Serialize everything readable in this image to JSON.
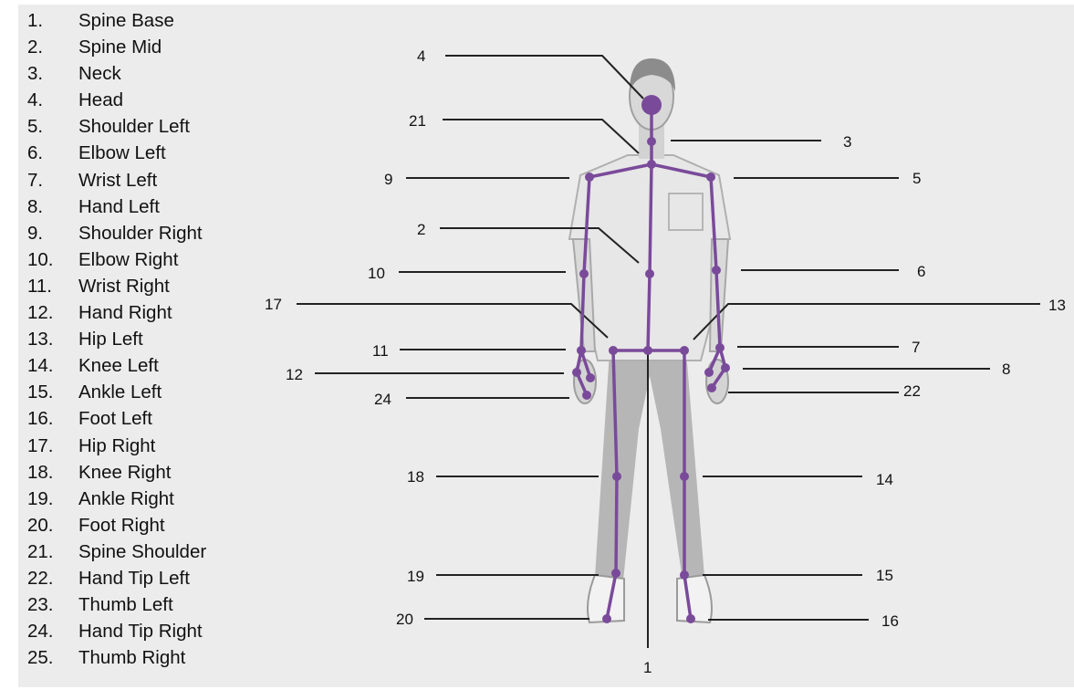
{
  "colors": {
    "background": "#ececec",
    "skeleton": "#7a4a9a",
    "figure": "#bdbdbd",
    "leader": "#222222"
  },
  "legend": [
    {
      "num": "1.",
      "label": "Spine Base"
    },
    {
      "num": "2.",
      "label": "Spine Mid"
    },
    {
      "num": "3.",
      "label": "Neck"
    },
    {
      "num": "4.",
      "label": "Head"
    },
    {
      "num": "5.",
      "label": "Shoulder Left"
    },
    {
      "num": "6.",
      "label": "Elbow Left"
    },
    {
      "num": "7.",
      "label": "Wrist Left"
    },
    {
      "num": "8.",
      "label": "Hand Left"
    },
    {
      "num": "9.",
      "label": "Shoulder Right"
    },
    {
      "num": "10.",
      "label": "Elbow Right"
    },
    {
      "num": "11.",
      "label": "Wrist Right"
    },
    {
      "num": "12.",
      "label": "Hand Right"
    },
    {
      "num": "13.",
      "label": "Hip Left"
    },
    {
      "num": "14.",
      "label": "Knee Left"
    },
    {
      "num": "15.",
      "label": "Ankle Left"
    },
    {
      "num": "16.",
      "label": "Foot Left"
    },
    {
      "num": "17.",
      "label": "Hip Right"
    },
    {
      "num": "18.",
      "label": "Knee Right"
    },
    {
      "num": "19.",
      "label": "Ankle Right"
    },
    {
      "num": "20.",
      "label": "Foot Right"
    },
    {
      "num": "21.",
      "label": "Spine Shoulder"
    },
    {
      "num": "22.",
      "label": "Hand Tip Left"
    },
    {
      "num": "23.",
      "label": "Thumb Left"
    },
    {
      "num": "24.",
      "label": "Hand Tip Right"
    },
    {
      "num": "25.",
      "label": "Thumb Right"
    }
  ],
  "callouts": {
    "c1": "1",
    "c2": "2",
    "c3": "3",
    "c4": "4",
    "c5": "5",
    "c6": "6",
    "c7": "7",
    "c8": "8",
    "c9": "9",
    "c10": "10",
    "c11": "11",
    "c12": "12",
    "c13": "13",
    "c14": "14",
    "c15": "15",
    "c16": "16",
    "c17": "17",
    "c18": "18",
    "c19": "19",
    "c20": "20",
    "c21": "21",
    "c22": "22",
    "c24": "24"
  }
}
